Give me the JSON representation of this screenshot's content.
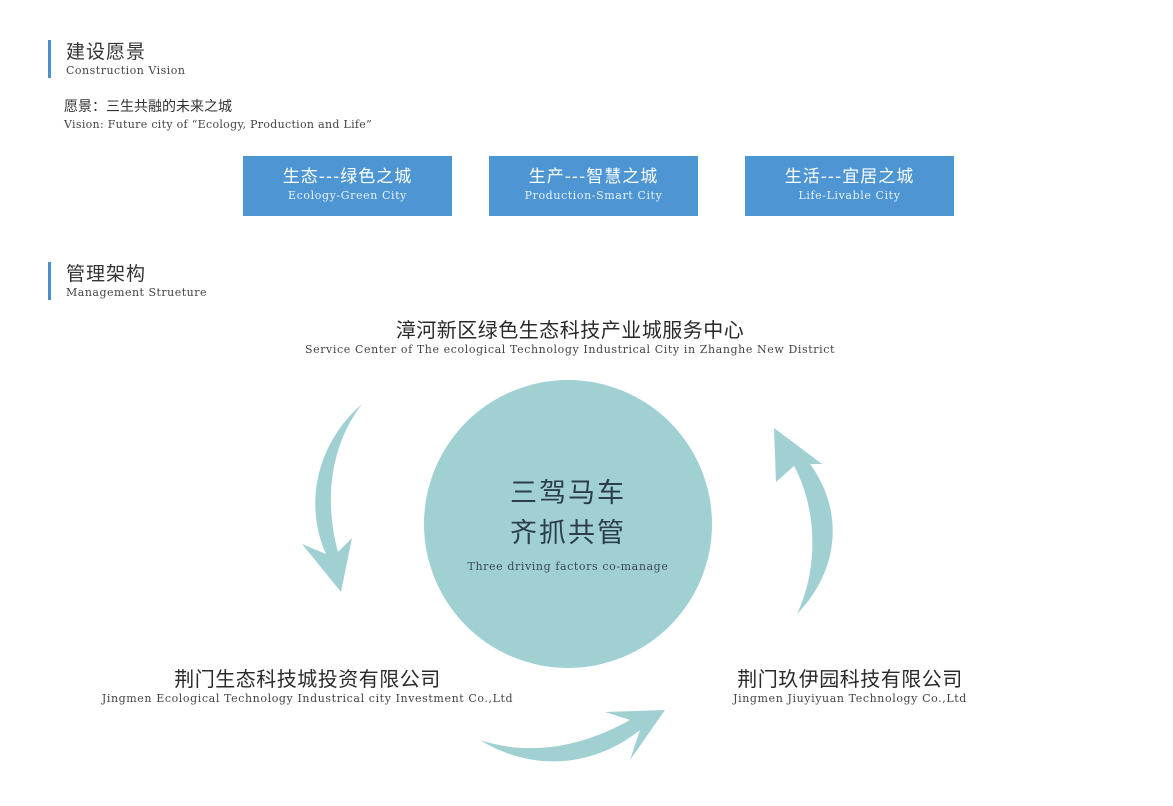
{
  "sections": {
    "vision": {
      "title": "建设愿景",
      "subtitle": "Construction Vision"
    },
    "management": {
      "title": "管理架构",
      "subtitle": "Management Strueture"
    }
  },
  "vision": {
    "zh": "愿景：三生共融的未来之城",
    "en": "Vision: Future city of “Ecology, Production and Life”"
  },
  "pillars": [
    {
      "zh": "生态---绿色之城",
      "en": "Ecology-Green City"
    },
    {
      "zh": "生产---智慧之城",
      "en": "Production-Smart City"
    },
    {
      "zh": "生活---宜居之城",
      "en": "Life-Livable City"
    }
  ],
  "organizations": {
    "top": {
      "zh": "漳河新区绿色生态科技产业城服务中心",
      "en": "Service Center of The ecological Technology Industrical City in Zhanghe New District"
    },
    "left": {
      "zh": "荆门生态科技城投资有限公司",
      "en": "Jingmen Ecological Technology Industrical city Investment Co.,Ltd"
    },
    "right": {
      "zh": "荆门玖伊园科技有限公司",
      "en": "Jingmen Jiuyiyuan Technology Co.,Ltd"
    }
  },
  "center": {
    "line1": "三驾马车",
    "line2": "齐抓共管",
    "en": "Three driving factors co-manage"
  },
  "colors": {
    "accent_blue": "#4d95d3",
    "teal": "#a0d0d2",
    "text_dark": "#2c3e4a"
  }
}
